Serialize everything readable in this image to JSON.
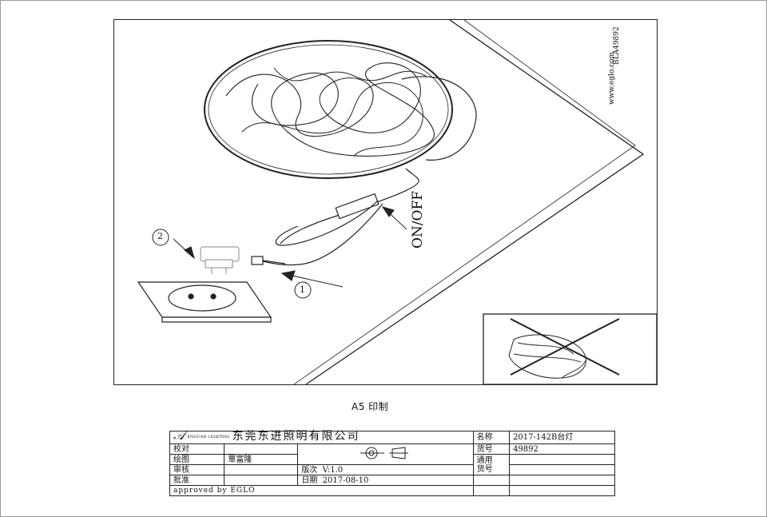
{
  "drawing": {
    "brand_url": "www.eglo.com",
    "code": "BLA49892",
    "onoff_label": "ON/OFF",
    "step1": "1",
    "step2": "2"
  },
  "print_note": "A5 印制",
  "title_block": {
    "logo_text": "ENGUAN LIGHTING",
    "company": "东莞东进照明有限公司",
    "rows": {
      "proofread": "校对",
      "drawing": "绘图",
      "drawer_name": "覃富隆",
      "review": "审核",
      "approve": "批准",
      "approved_by": "approved by EGLO",
      "version_label": "版次",
      "version_value": "V:1.0",
      "date_label": "日期",
      "date_value": "2017-08-10",
      "name_label": "名称",
      "name_value": "2017-142B台灯",
      "item_label": "货号",
      "item_value": "49892",
      "general_label": "通用",
      "general_sub": "货号"
    }
  }
}
